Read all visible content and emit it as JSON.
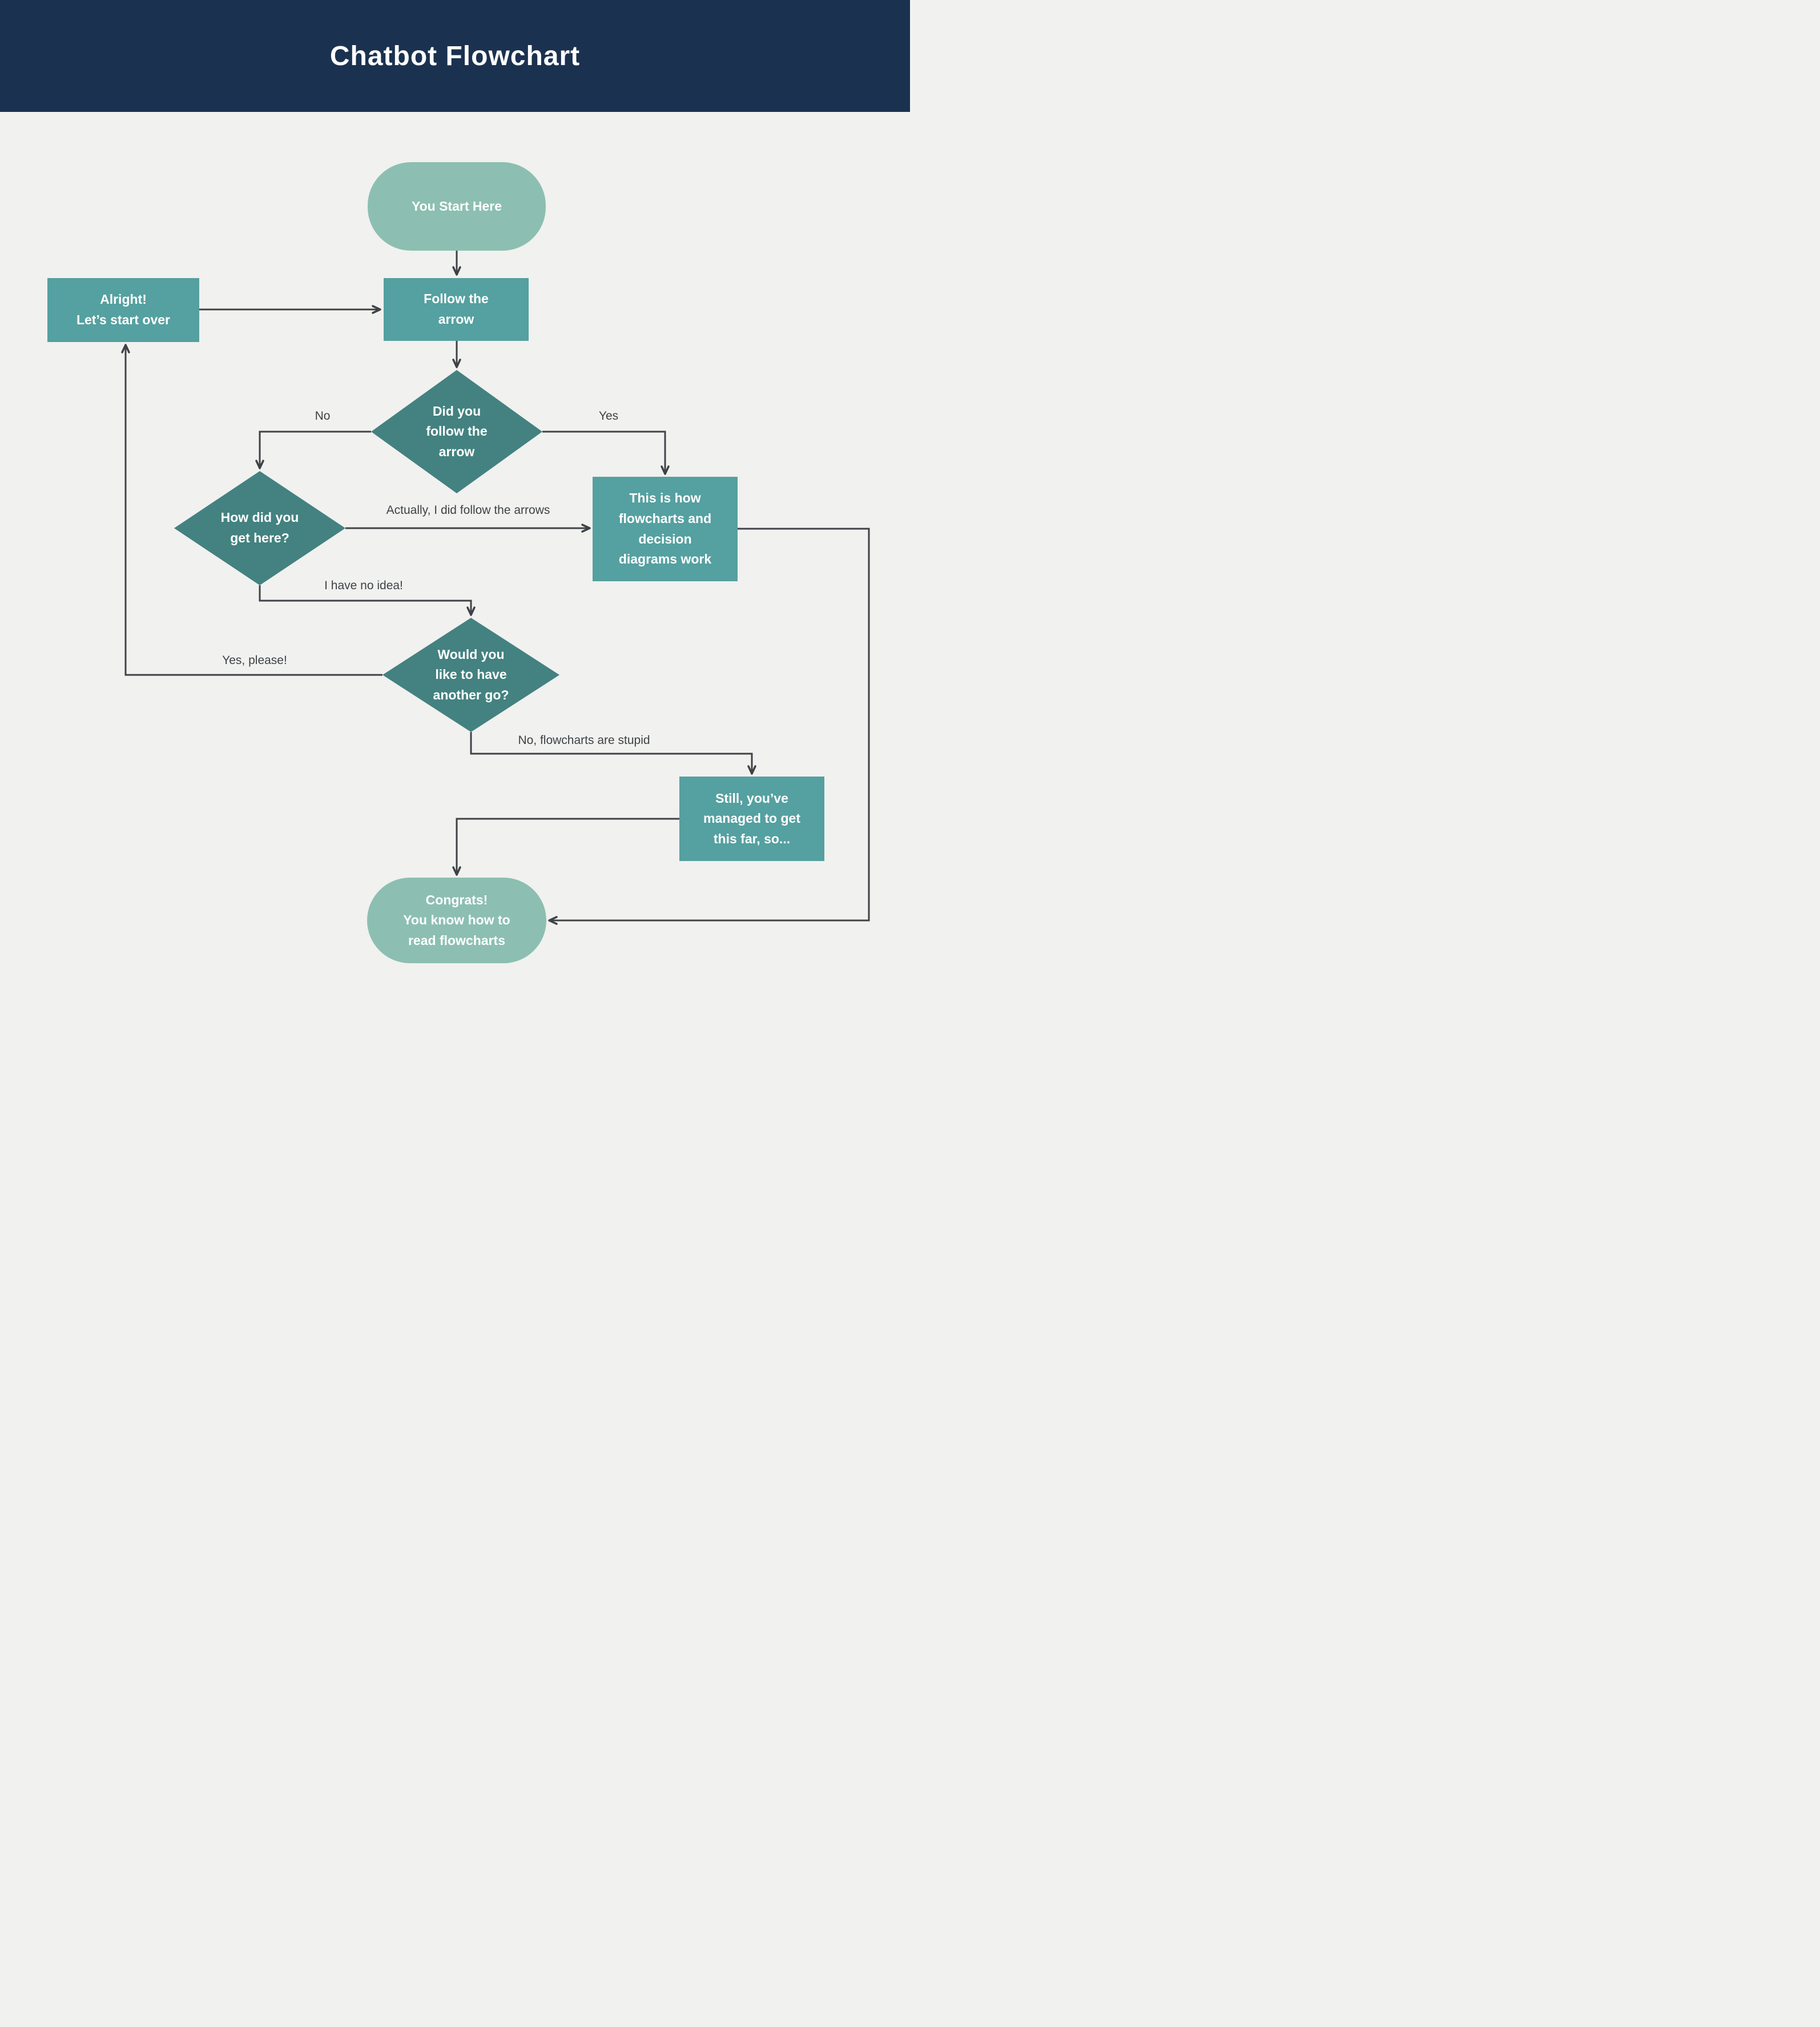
{
  "header": {
    "title": "Chatbot Flowchart"
  },
  "palette": {
    "header_bg": "#1b3150",
    "canvas_bg": "#f1f1ef",
    "terminal_fill": "#8cbfb1",
    "process_fill": "#55a0a0",
    "decision_fill": "#438280",
    "line_color": "#3f4347",
    "label_color": "#3e4347",
    "node_text": "#ffffff"
  },
  "nodes": {
    "start": {
      "type": "terminal",
      "label": "You Start Here"
    },
    "restart": {
      "type": "process",
      "label": "Alright!\nLet’s start over"
    },
    "follow": {
      "type": "process",
      "label": "Follow the\narrow"
    },
    "q_follow": {
      "type": "decision",
      "label": "Did you\nfollow the\narrow"
    },
    "q_how": {
      "type": "decision",
      "label": "How did you\nget here?"
    },
    "explain": {
      "type": "process",
      "label": "This is how\nflowcharts and\ndecision\ndiagrams work"
    },
    "q_again": {
      "type": "decision",
      "label": "Would you\nlike to have\nanother go?"
    },
    "still": {
      "type": "process",
      "label": "Still, you’ve\nmanaged to get\nthis far, so..."
    },
    "congrats": {
      "type": "terminal",
      "label": "Congrats!\nYou know how to\nread flowcharts"
    }
  },
  "edge_labels": {
    "no": "No",
    "yes": "Yes",
    "actually": "Actually, I did follow the arrows",
    "no_idea": "I have no idea!",
    "yes_please": "Yes, please!",
    "stupid": "No, flowcharts are stupid"
  }
}
